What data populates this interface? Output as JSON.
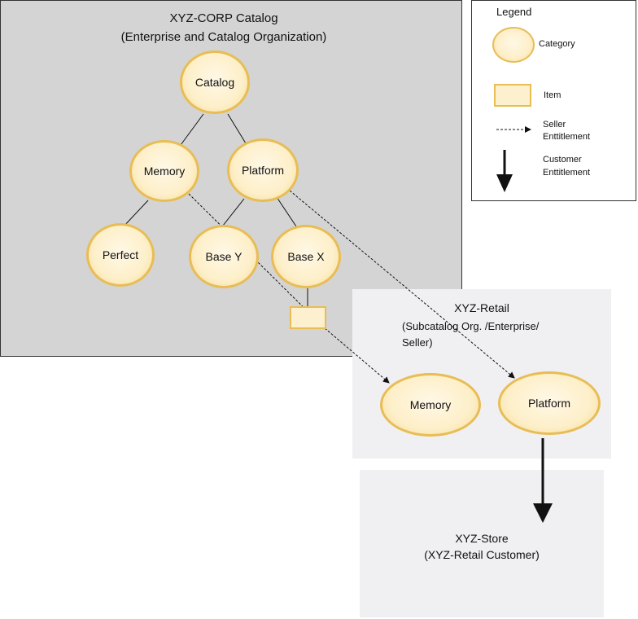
{
  "corp": {
    "title": "XYZ-CORP Catalog",
    "subtitle": "(Enterprise and Catalog Organization)",
    "nodes": {
      "catalog": "Catalog",
      "memory": "Memory",
      "platform": "Platform",
      "perfect": "Perfect",
      "base_y": "Base Y",
      "base_x": "Base X"
    }
  },
  "retail": {
    "title": "XYZ-Retail",
    "subtitle_line1": "(Subcatalog Org. /Enterprise/",
    "subtitle_line2": "Seller)",
    "nodes": {
      "memory": "Memory",
      "platform": "Platform"
    }
  },
  "store": {
    "title": "XYZ-Store",
    "subtitle": "(XYZ-Retail Customer)"
  },
  "legend": {
    "title": "Legend",
    "category": "Category",
    "item": "Item",
    "seller_line1": "Seller",
    "seller_line2": "Enttitlement",
    "customer_line1": "Customer",
    "customer_line2": "Enttitlement"
  },
  "colors": {
    "node_fill": "#fdefc9",
    "node_border": "#e8bd55",
    "corp_background": "#d4d4d4",
    "retail_background": "#f0f0f2"
  }
}
